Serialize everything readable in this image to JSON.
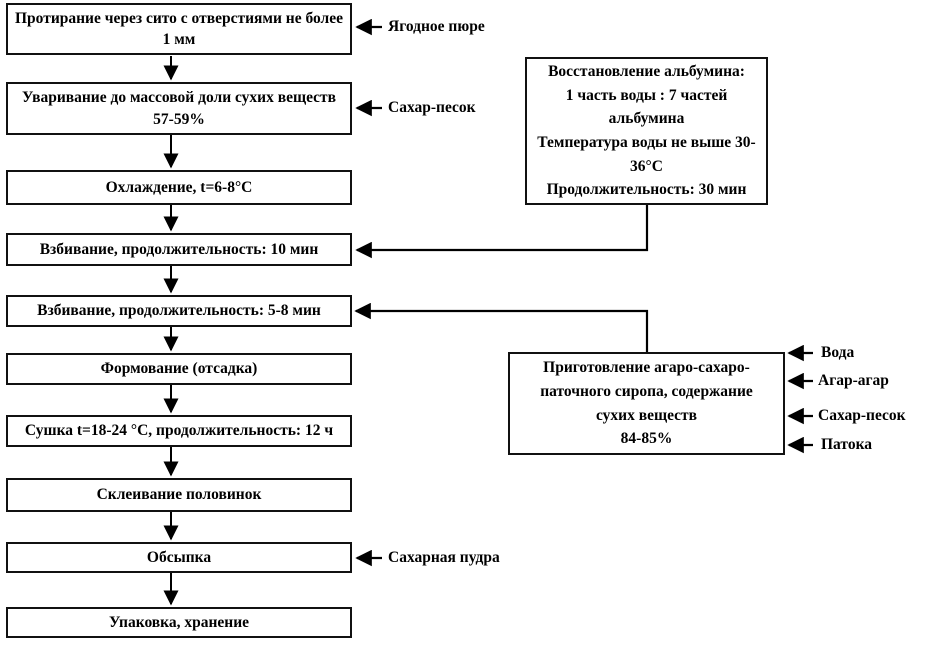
{
  "diagram": {
    "type": "flowchart",
    "language": "ru",
    "colors": {
      "ink": "#000000",
      "background": "#ffffff",
      "box_fill": "#ffffff"
    },
    "steps": [
      {
        "label": "Протирание через сито с отверстиями не более 1 мм"
      },
      {
        "label": "Уваривание до массовой доли сухих веществ 57-59%"
      },
      {
        "label": "Охлаждение, t=6-8°С"
      },
      {
        "label": "Взбивание, продолжительность: 10 мин"
      },
      {
        "label": "Взбивание, продолжительность: 5-8 мин"
      },
      {
        "label": "Формование (отсадка)"
      },
      {
        "label": "Сушка t=18-24 °С, продолжительность: 12 ч"
      },
      {
        "label": "Склеивание половинок"
      },
      {
        "label": "Обсыпка"
      },
      {
        "label": "Упаковка, хранение"
      }
    ],
    "albumin_box": {
      "lines": [
        "Восстановление альбумина:",
        "1 часть воды : 7 частей",
        "альбумина",
        "Температура воды не выше 30-",
        "36°С",
        "Продолжительность: 30 мин"
      ]
    },
    "syrup_box": {
      "lines": [
        "Приготовление агаро-сахаро-",
        "паточного сиропа, содержание",
        "сухих веществ",
        "84-85%"
      ]
    },
    "ingredients": {
      "berry_puree": "Ягодное пюре",
      "sugar_1": "Сахар-песок",
      "water": "Вода",
      "agar_agar": "Агар-агар",
      "sugar_2": "Сахар-песок",
      "molasses": "Патока",
      "powdered_sugar": "Сахарная пудра"
    }
  }
}
